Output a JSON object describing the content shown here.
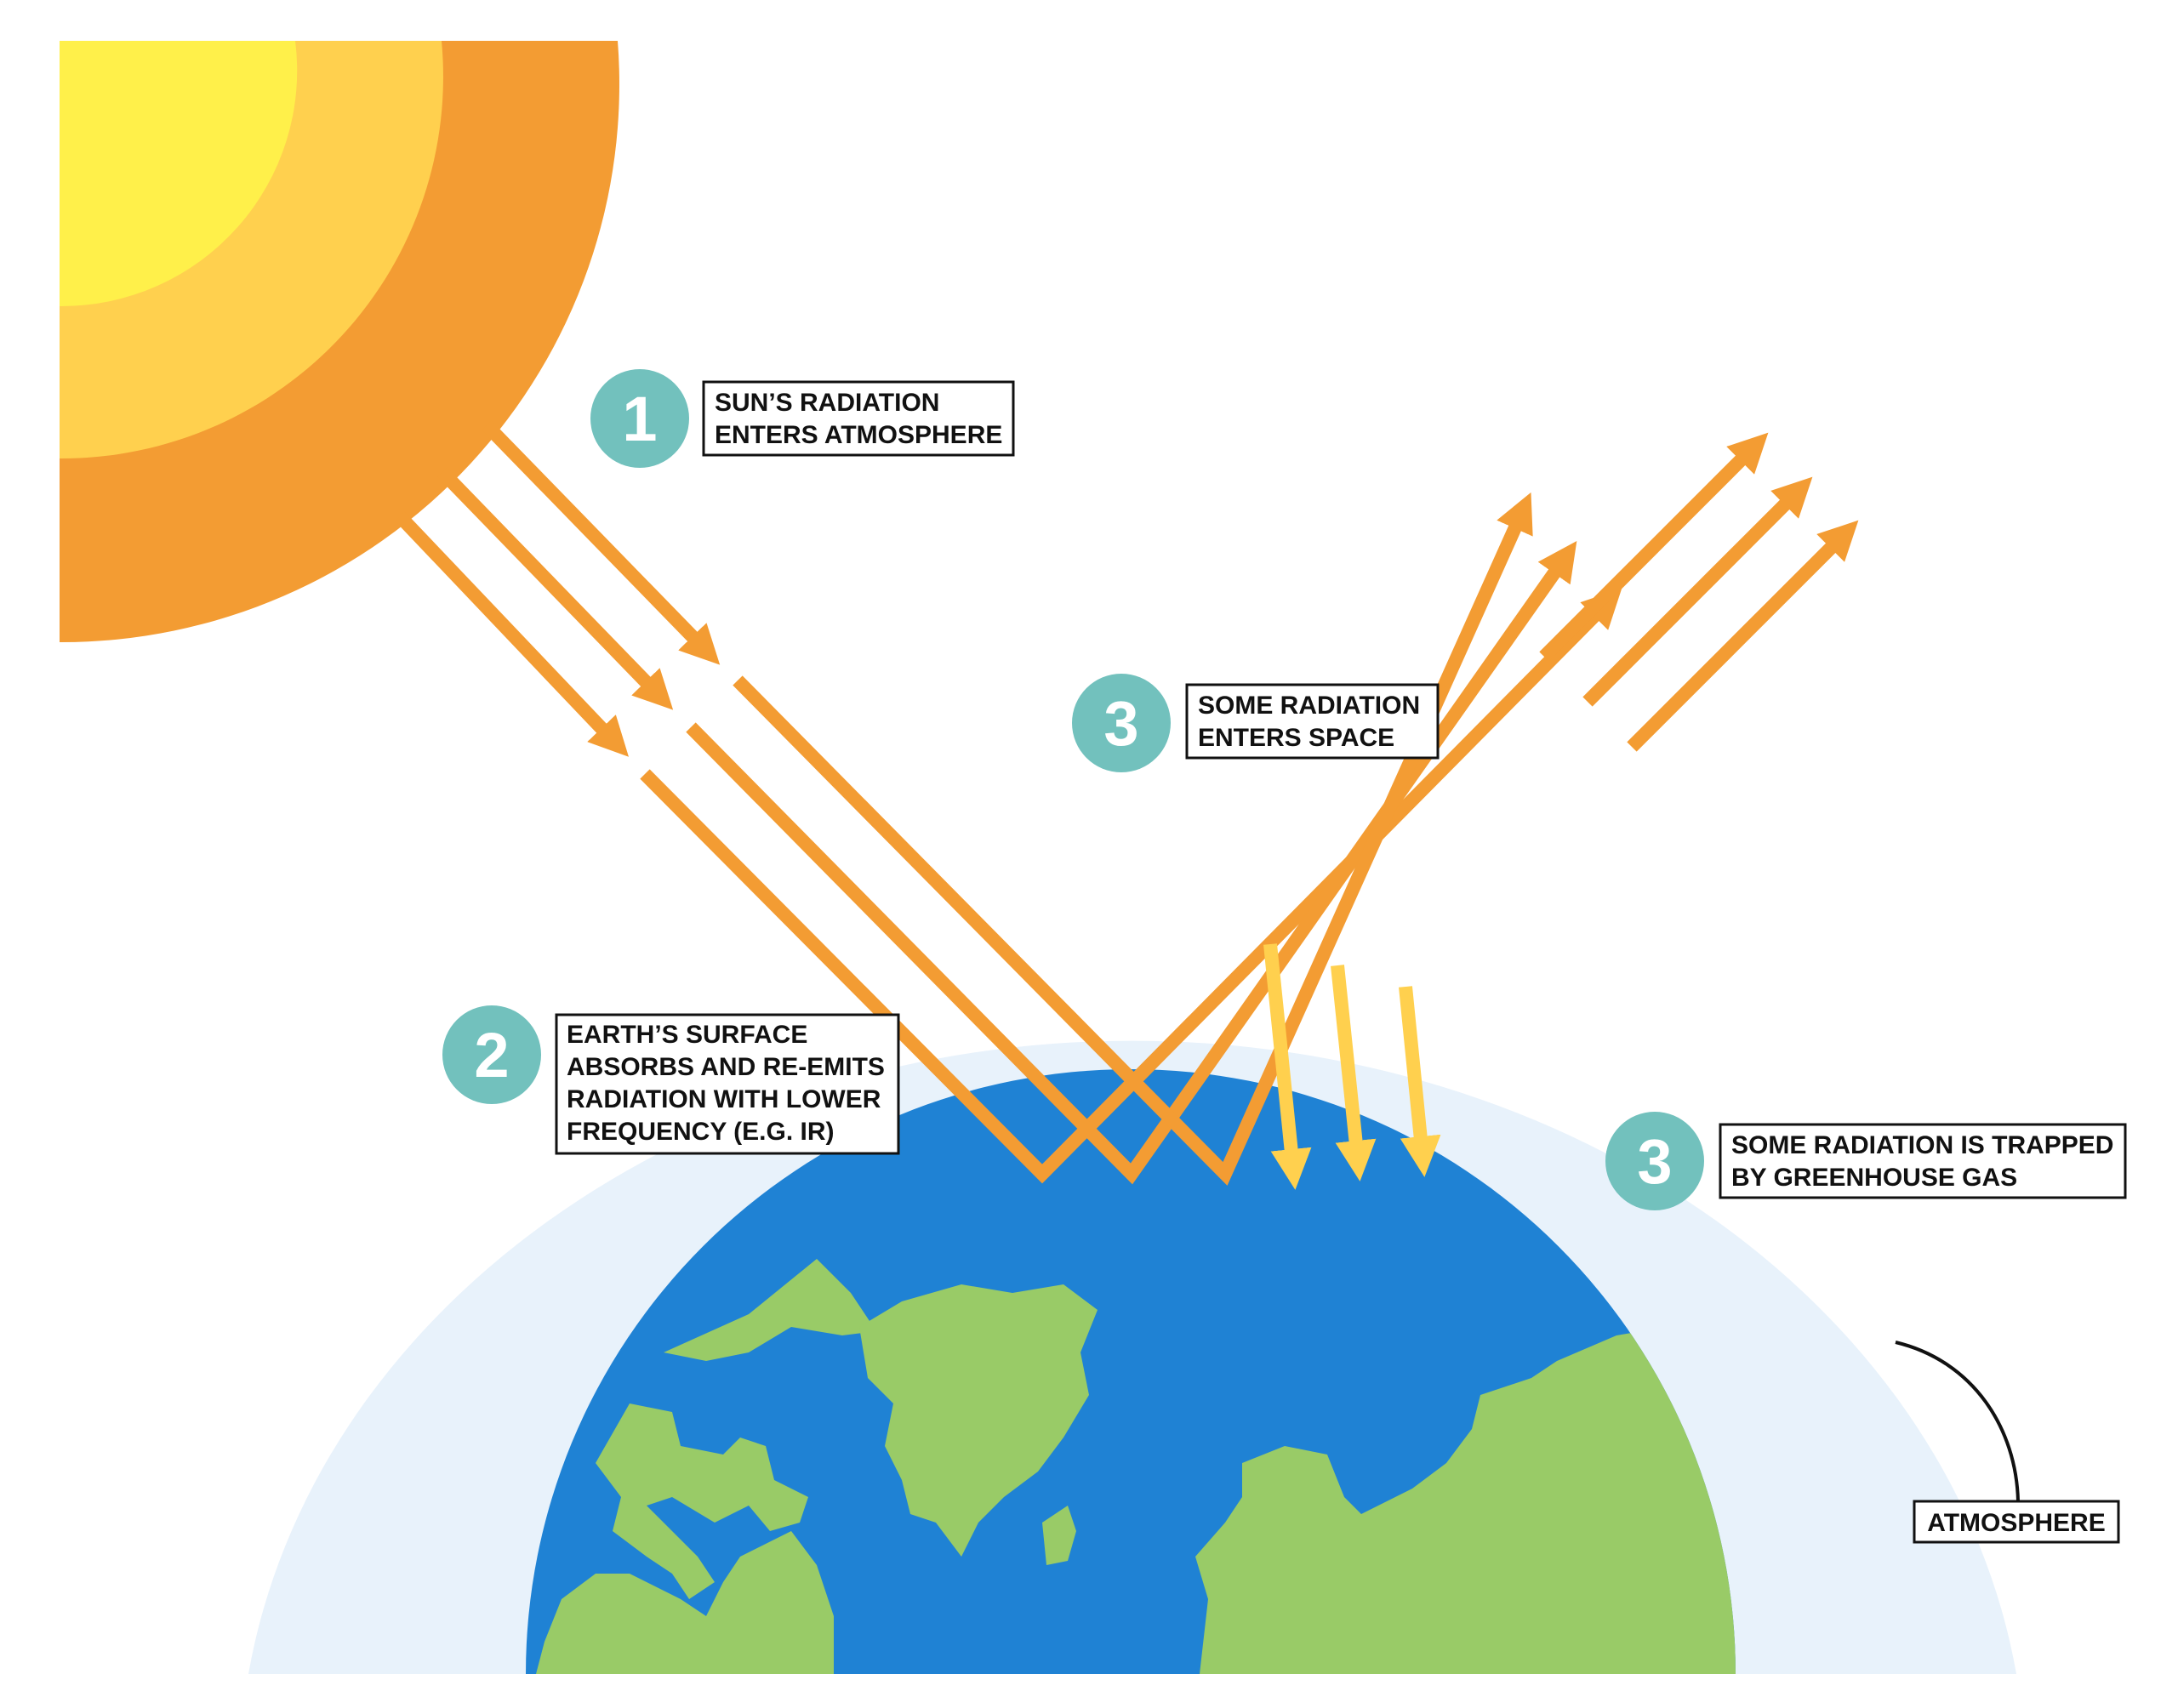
{
  "colors": {
    "sun_core": "#FFF04A",
    "sun_middle": "#FFD04E",
    "sun_outer": "#F39C33",
    "incoming_radiation": "#F39C33",
    "trapped_radiation": "#FFD04E",
    "atmosphere": "#E8F2FB",
    "ocean": "#1F82D4",
    "land": "#99CB67",
    "badge": "#72C1BD"
  },
  "steps": [
    {
      "number": "1",
      "lines": [
        "SUN’S RADIATION",
        "ENTERS ATMOSPHERE"
      ]
    },
    {
      "number": "2",
      "lines": [
        "EARTH’S SURFACE",
        "ABSORBS AND RE-EMITS",
        "RADIATION WITH LOWER",
        "FREQUENCY (E.G. IR)"
      ]
    },
    {
      "number": "3",
      "lines": [
        "SOME RADIATION",
        "ENTERS SPACE"
      ]
    },
    {
      "number": "3",
      "lines": [
        "SOME RADIATION IS TRAPPED",
        "BY GREENHOUSE GAS"
      ]
    }
  ],
  "atmosphere_label": "ATMOSPHERE"
}
